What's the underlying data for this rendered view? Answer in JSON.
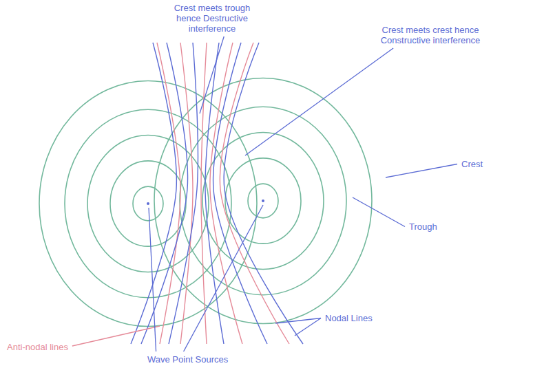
{
  "diagram": {
    "labels": [
      "Crest meets trough hence Destructive interference",
      "Crest meets crest hence Constructive interference",
      "Crest",
      "Trough",
      "Nodal Lines",
      "Anti-nodal lines",
      "Wave Point Sources"
    ]
  }
}
